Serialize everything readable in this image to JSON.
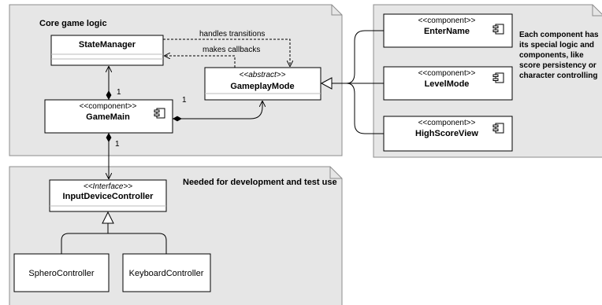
{
  "packages": {
    "core": {
      "title": "Core game logic"
    },
    "input": {
      "title": "Needed for development and test use"
    },
    "note": {
      "text": [
        "Each component has",
        "its special logic and",
        "components, like",
        "score persistency or",
        "character controlling"
      ]
    }
  },
  "classes": {
    "state_manager": {
      "name": "StateManager"
    },
    "gameplay_mode": {
      "stereotype": "<<abstract>>",
      "name": "GameplayMode"
    },
    "game_main": {
      "stereotype": "<<component>>",
      "name": "GameMain"
    },
    "enter_name": {
      "stereotype": "<<component>>",
      "name": "EnterName"
    },
    "level_mode": {
      "stereotype": "<<component>>",
      "name": "LevelMode"
    },
    "high_score_view": {
      "stereotype": "<<component>>",
      "name": "HighScoreView"
    },
    "input_device_controller": {
      "stereotype": "<<Interface>>",
      "name": "InputDeviceController"
    },
    "sphero_controller": {
      "name": "SpheroController"
    },
    "keyboard_controller": {
      "name": "KeyboardController"
    }
  },
  "relations": {
    "handles_transitions": "handles transitions",
    "makes_callbacks": "makes callbacks",
    "mult_state_game": "1",
    "mult_game_mode": "1",
    "mult_game_input": "1"
  },
  "colors": {
    "package_fill": "#e6e6e6",
    "package_border": "#8c8c8c",
    "class_fill": "#ffffff",
    "line": "#000000"
  }
}
